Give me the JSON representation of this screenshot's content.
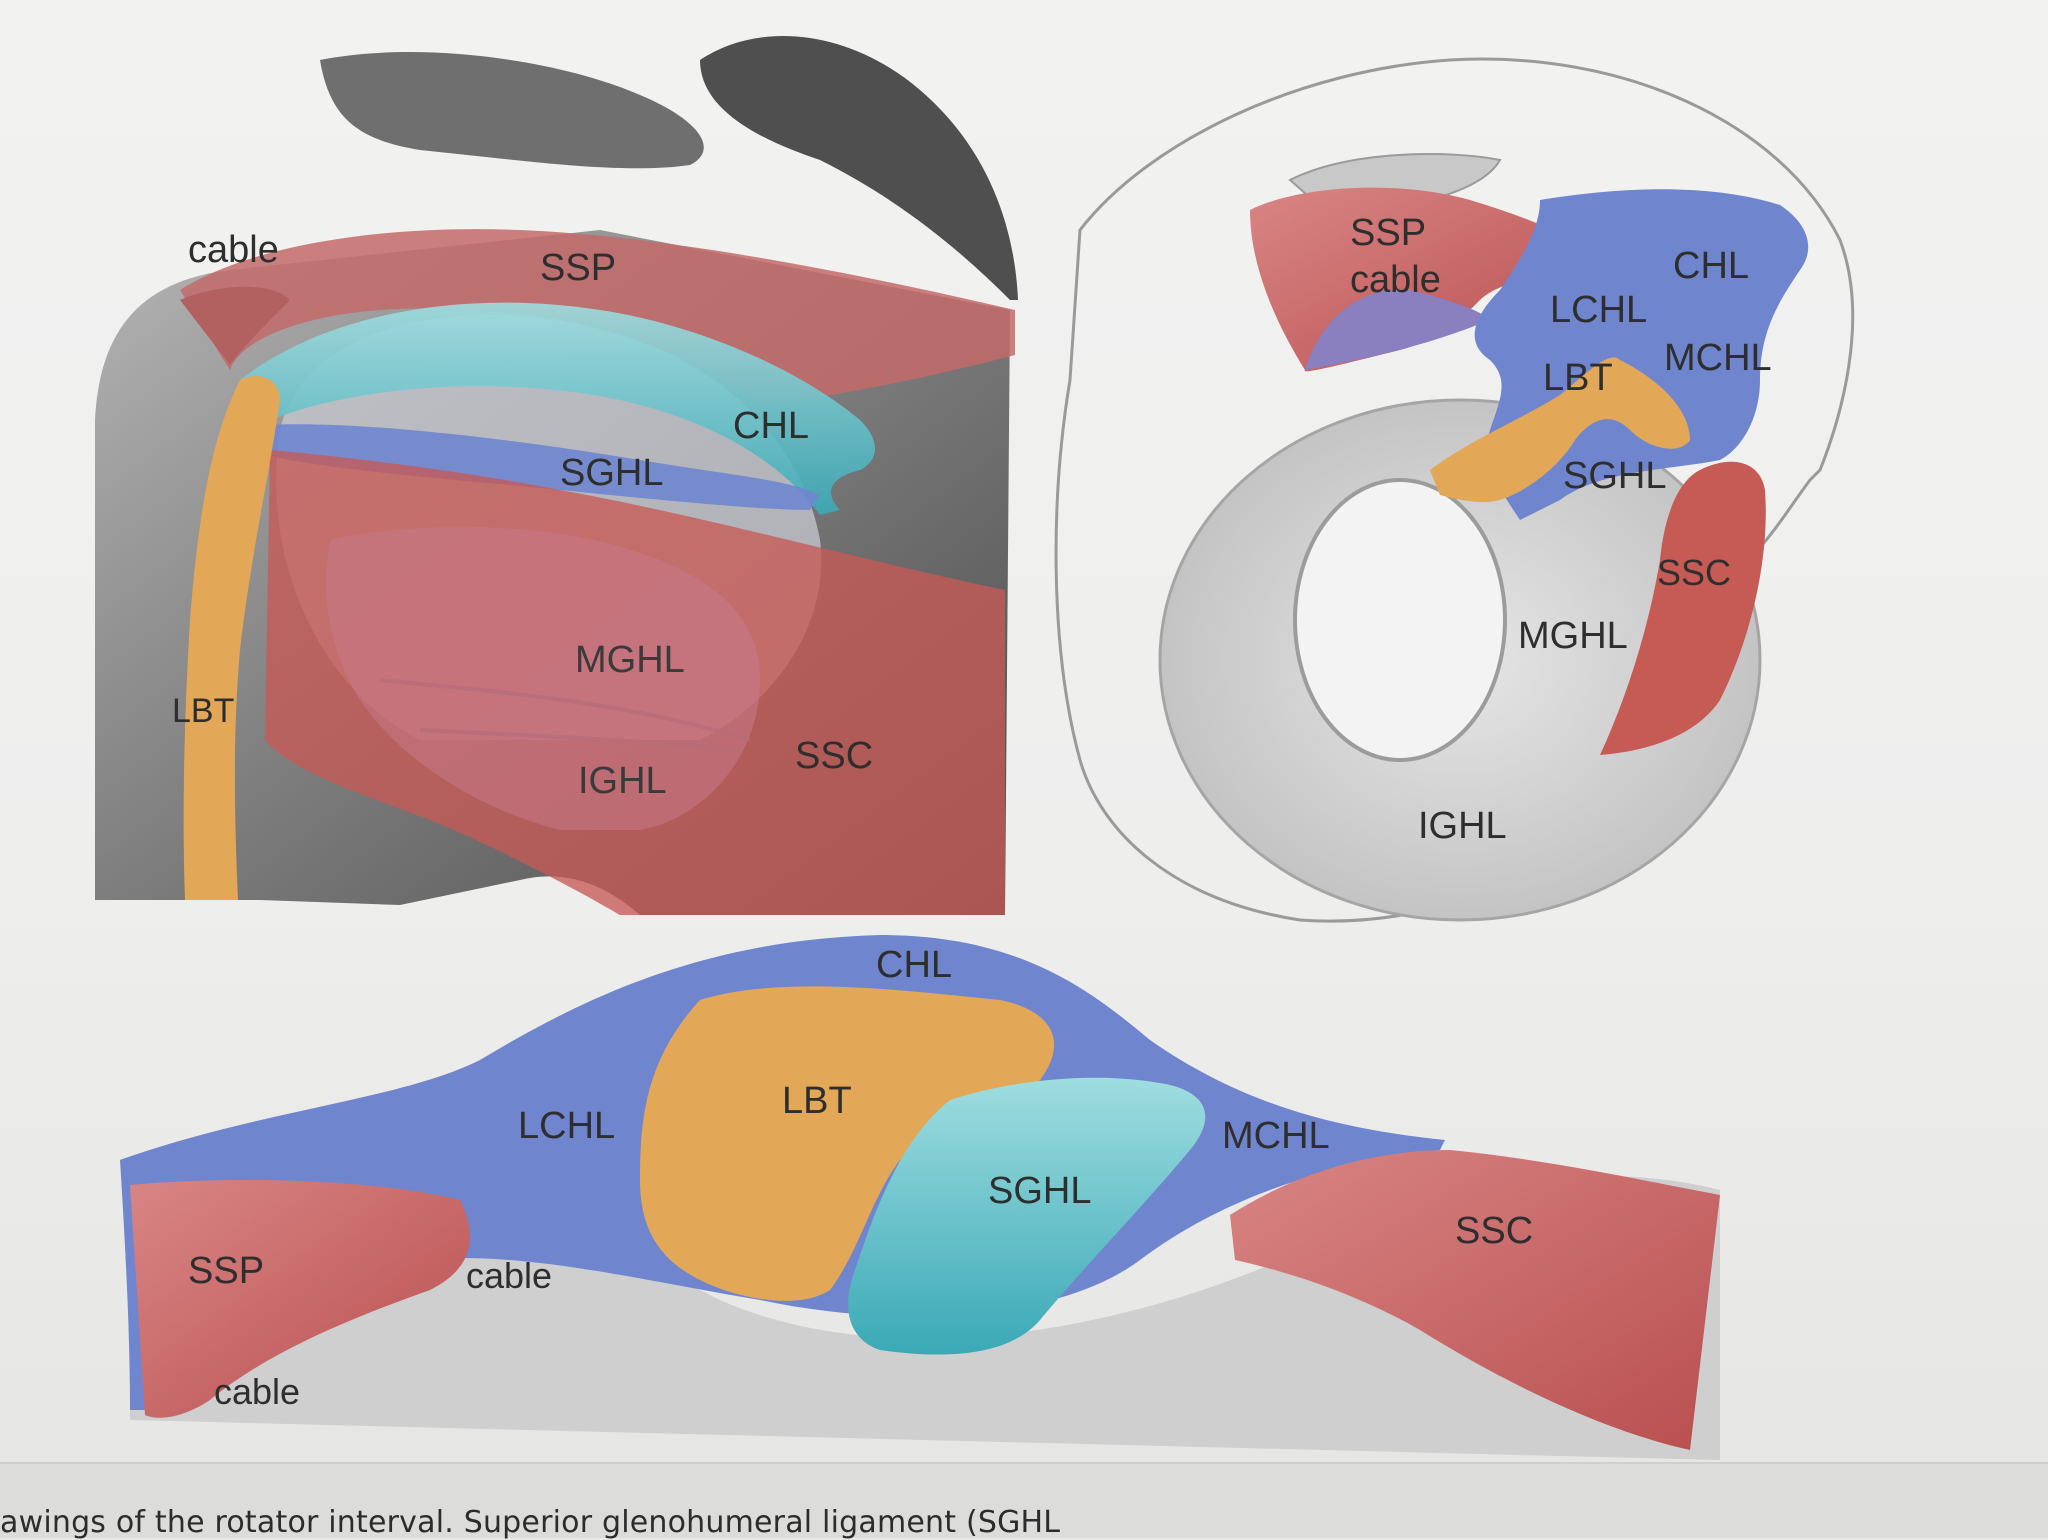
{
  "panels": {
    "anterior": {
      "labels": {
        "cable": "cable",
        "ssp": "SSP",
        "chl": "CHL",
        "sghl": "SGHL",
        "mghl": "MGHL",
        "lbt": "LBT",
        "ssc": "SSC",
        "ighl": "IGHL"
      }
    },
    "glenoid": {
      "labels": {
        "ssp": "SSP",
        "cable": "cable",
        "chl": "CHL",
        "lchl": "LCHL",
        "mchl": "MCHL",
        "lbt": "LBT",
        "sghl": "SGHL",
        "ssc": "SSC",
        "mghl": "MGHL",
        "ighl": "IGHL"
      }
    },
    "cross_section": {
      "labels": {
        "chl": "CHL",
        "lchl": "LCHL",
        "lbt": "LBT",
        "mchl": "MCHL",
        "sghl": "SGHL",
        "ssc": "SSC",
        "ssp": "SSP",
        "cable_upper": "cable",
        "cable_lower": "cable"
      }
    }
  },
  "caption": "awings of the rotator interval. Superior glenohumeral ligament (SGHL",
  "colors": {
    "ssp": "#c96a6a",
    "ssc": "#c65a55",
    "chl": "#6f86cf",
    "lbt": "#e3a857",
    "sghl_teal": "#45b5c0",
    "bone": "#8c8c8c"
  }
}
